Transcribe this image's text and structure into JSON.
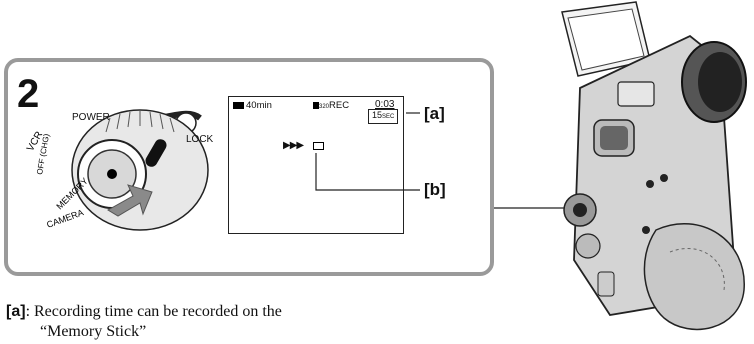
{
  "step": {
    "number": "2"
  },
  "dial": {
    "power_label": "POWER",
    "lock_label": "LOCK",
    "modes": [
      "VCR",
      "OFF (CHG)",
      "MEMORY",
      "CAMERA"
    ]
  },
  "lcd": {
    "battery": "40min",
    "memory_icon_sub": "320",
    "rec": "REC",
    "counter": "0:03",
    "remaining": "15",
    "remaining_unit": "SEC",
    "indicator": "▶▶▶"
  },
  "callouts": {
    "a": "[a]",
    "b": "[b]"
  },
  "note": {
    "tag": "[a]",
    "line1": ": Recording time can be recorded on the",
    "line2": "“Memory Stick”"
  }
}
